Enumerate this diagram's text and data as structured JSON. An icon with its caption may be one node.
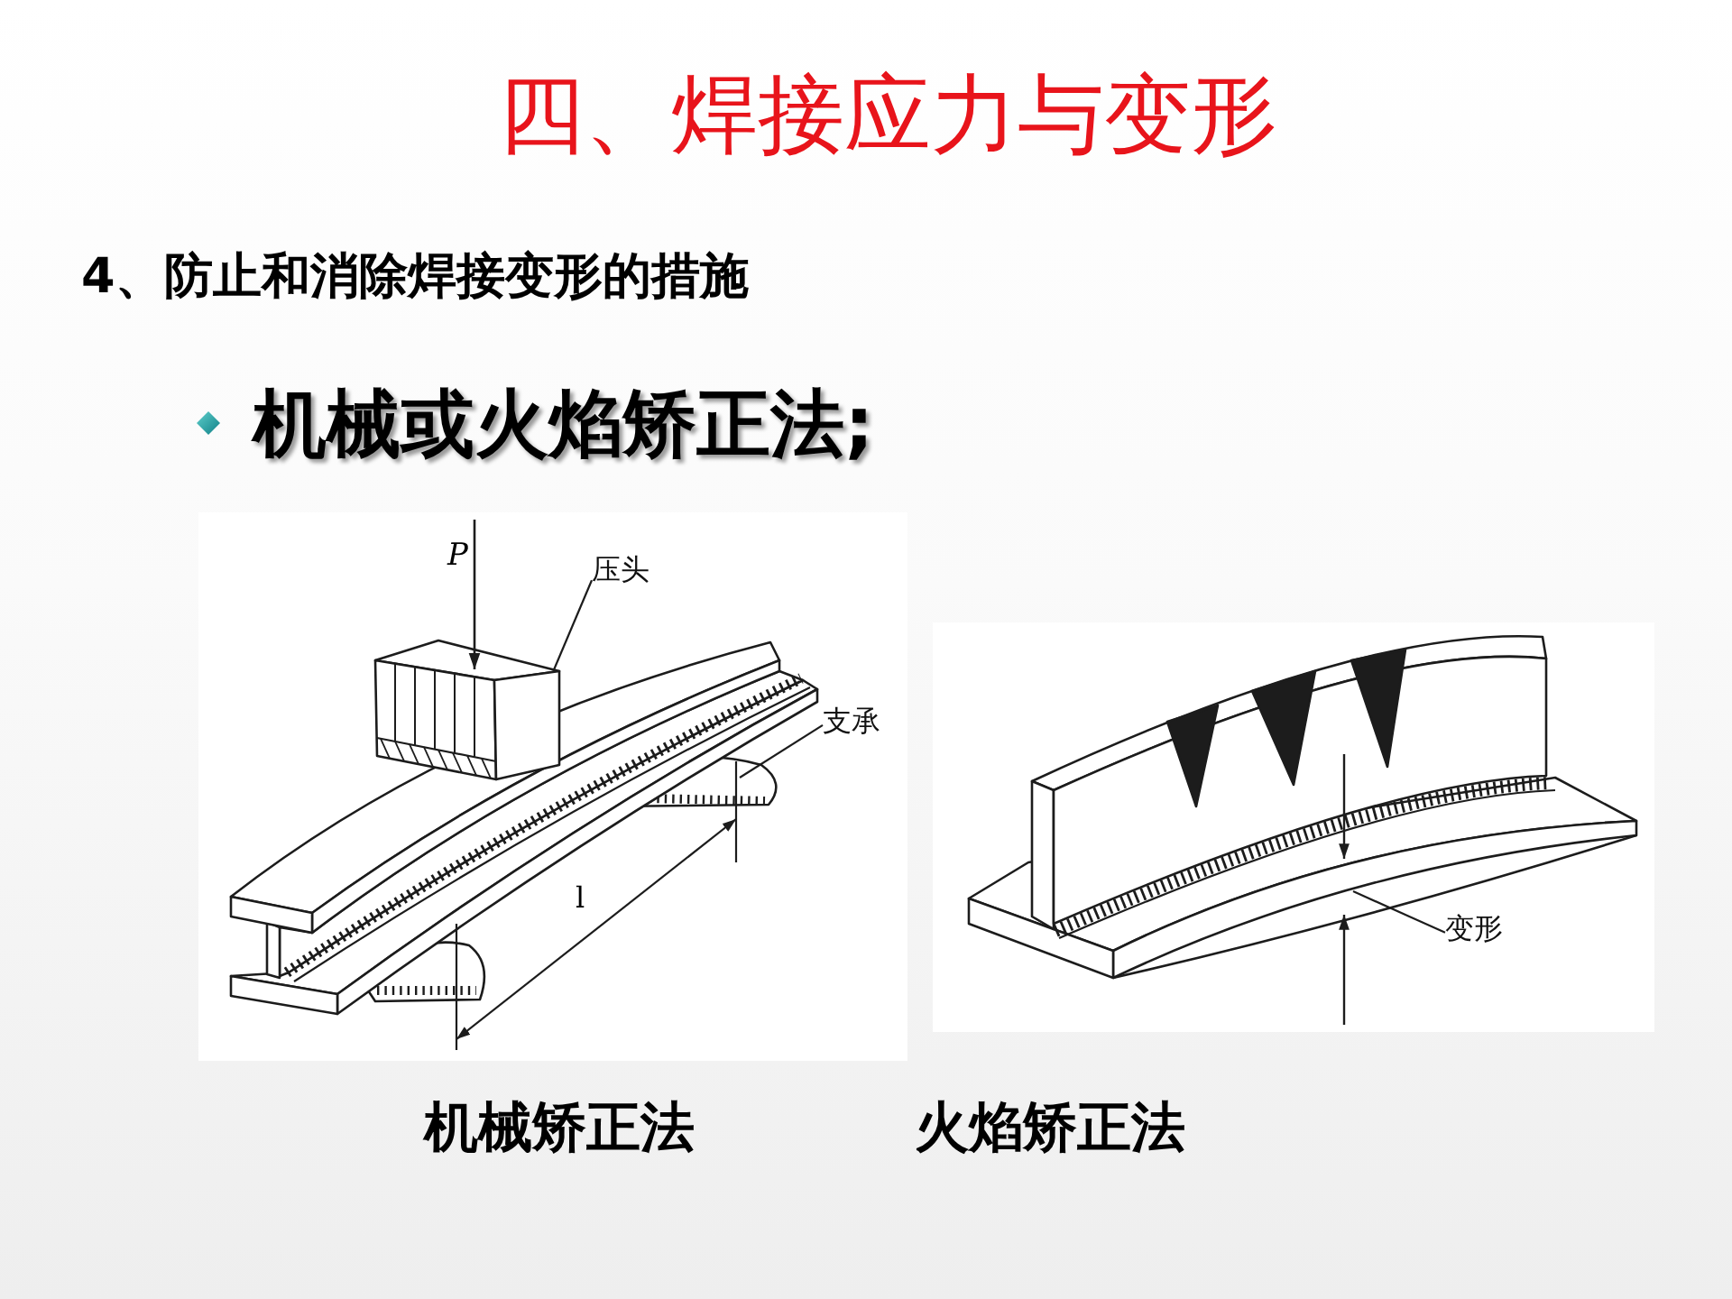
{
  "diagram": {
    "title": "四、焊接应力与变形",
    "nodes": [
      {
        "text": [
          "压头"
        ]
      },
      {
        "text": [],
        "shape": "box"
      },
      {
        "text": [
          "支承"
        ]
      },
      {
        "text": [
          "变形"
        ]
      }
    ],
    "edges": [
      {
        "from": 0,
        "to": 1,
        "arrow": "none"
      },
      {
        "from": 2,
        "to": null,
        "arrow": "none"
      },
      {
        "from": 3,
        "to": null,
        "arrow": "none"
      }
    ],
    "labels": [
      "4、防止和消除焊接变形的措施",
      "机械或火焰矫正法;",
      "P",
      "l",
      "机械矫正法",
      "火焰矫正法"
    ]
  }
}
